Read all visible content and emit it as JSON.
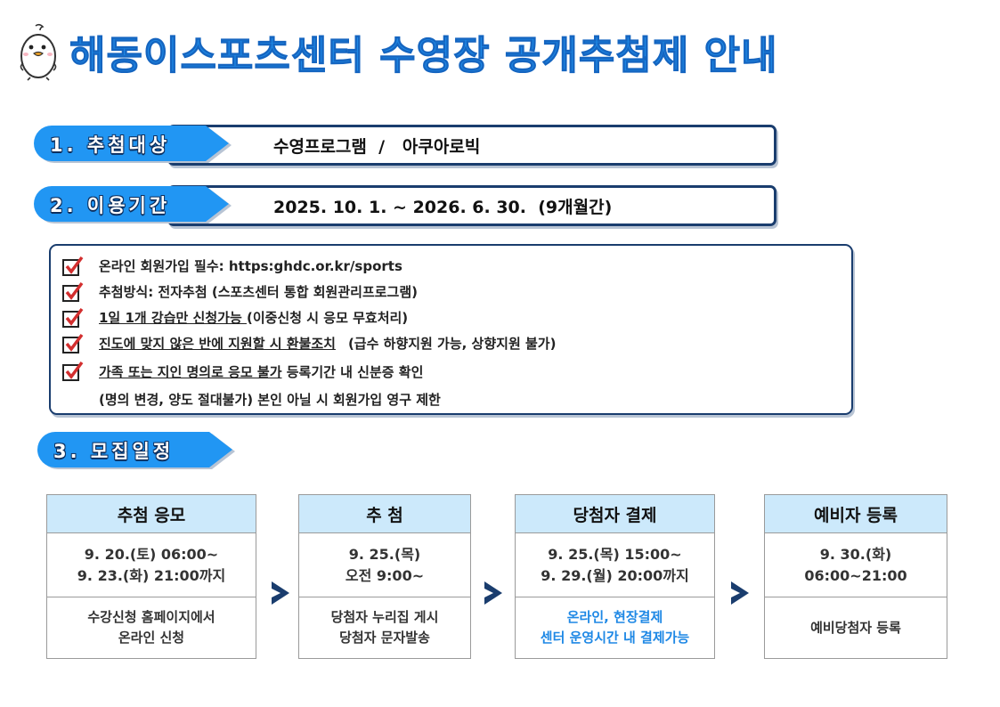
{
  "page_title": "해동이스포츠센터 수영장 공개추첨제 안내",
  "sections": {
    "target": {
      "label": "1. 추첨대상",
      "value": "수영프로그램  /   아쿠아로빅"
    },
    "period": {
      "label": "2. 이용기간",
      "value": "2025. 10. 1. ~ 2026. 6. 30.  (9개월간)"
    },
    "schedule": {
      "label": "3. 모집일정"
    }
  },
  "notes": [
    {
      "text": "온라인 회원가입 필수: https:ghdc.or.kr/sports"
    },
    {
      "text": "추첨방식: 전자추첨 (스포츠센터 통합 회원관리프로그램)"
    },
    {
      "underlined": "1일 1개 강습만 신청가능 ",
      "rest": "(이중신청 시 응모 무효처리)"
    },
    {
      "underlined": "진도에 맞지 않은 반에 지원할 시 환불조치",
      "rest": "(급수 하향지원 가능, 상향지원 불가)"
    },
    {
      "underlined": "가족 또는 지인 명의로 응모 불가",
      "rest": " 등록기간 내 신분증 확인"
    }
  ],
  "notes_extra": "(명의 변경, 양도 절대불가) 본인 아닐 시 회원가입 영구 제한",
  "steps": [
    {
      "title": "추첨 응모",
      "detail1": "9. 20.(토) 06:00~",
      "detail2": "9. 23.(화) 21:00까지",
      "note1": "수강신청 홈페이지에서",
      "note2": "온라인 신청",
      "note_color": "default"
    },
    {
      "title": "추 첨",
      "detail1": "9. 25.(목)",
      "detail2": "오전 9:00~",
      "note1": "당첨자 누리집 게시",
      "note2": "당첨자 문자발송",
      "note_color": "default"
    },
    {
      "title": "당첨자 결제",
      "detail1": "9. 25.(목) 15:00~",
      "detail2": "9. 29.(월) 20:00까지",
      "note1": "온라인, 현장결제",
      "note2": "센터 운영시간 내 결제가능",
      "note_color": "#1e88e5"
    },
    {
      "title": "예비자 등록",
      "detail1": "9. 30.(화)",
      "detail2": "06:00~21:00",
      "note1": "예비당첨자 등록",
      "note2": "",
      "note_color": "default"
    }
  ],
  "colors": {
    "title_blue": "#1e88e5",
    "navy": "#1a3d6e",
    "pill_blue": "#2196f3",
    "step_header": "#cce9fb",
    "check_red": "#d32f2f"
  },
  "icons": {
    "mascot": "duck-mascot-icon",
    "check": "checkbox-checked-icon",
    "arrow": "chevron-right-icon"
  }
}
